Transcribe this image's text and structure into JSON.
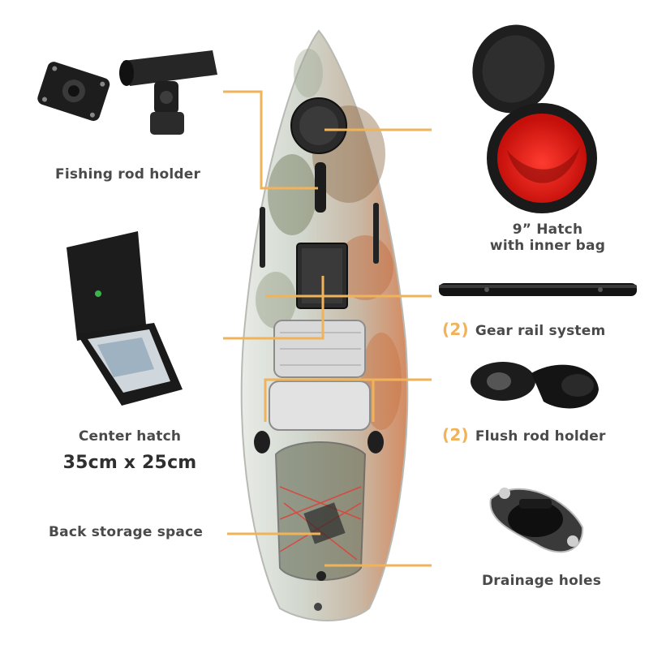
{
  "accent_color": "#f0b35a",
  "labels": {
    "fishing_rod_holder": "Fishing rod holder",
    "hatch_line1": "9” Hatch",
    "hatch_line2": "with inner bag",
    "center_hatch": "Center hatch",
    "center_hatch_size": "35cm x 25cm",
    "gear_rail_count": "(2)",
    "gear_rail": "Gear rail system",
    "flush_rod_count": "(2)",
    "flush_rod": "Flush rod holder",
    "back_storage": "Back storage space",
    "drainage": "Drainage holes"
  }
}
